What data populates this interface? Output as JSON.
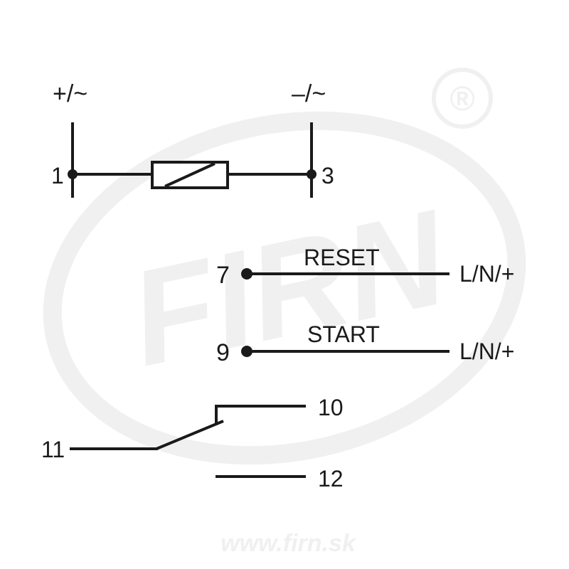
{
  "supply": {
    "positive_label": "+/~",
    "negative_label": "–/~"
  },
  "coil": {
    "terminal_a": "1",
    "terminal_b": "3"
  },
  "control": {
    "reset": {
      "terminal": "7",
      "name": "RESET",
      "supply": "L/N/+"
    },
    "start": {
      "terminal": "9",
      "name": "START",
      "supply": "L/N/+"
    }
  },
  "contact": {
    "common": "11",
    "upper": "10",
    "lower": "12"
  },
  "watermark": {
    "logo_text": "FIRN",
    "registered_mark": "®",
    "url": "www.firn.sk"
  }
}
